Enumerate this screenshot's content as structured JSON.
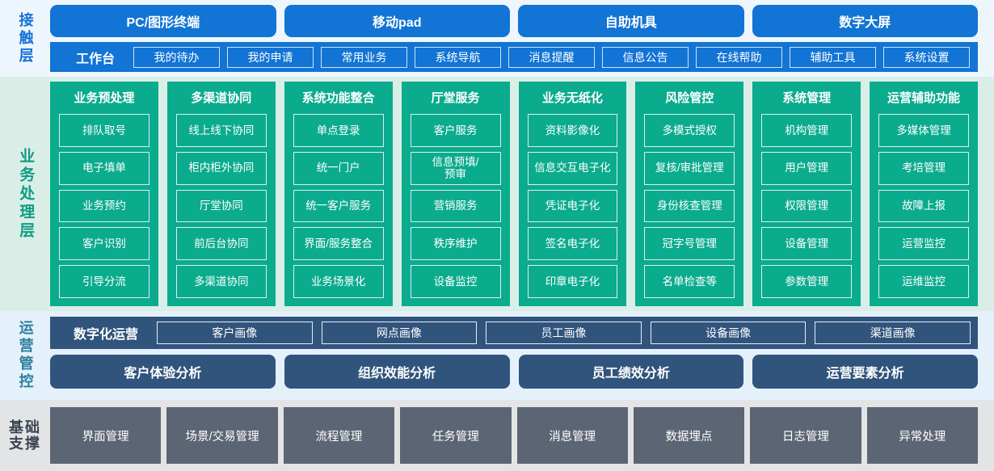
{
  "layers": {
    "contact": {
      "label": "接触层",
      "label_color": "#1570d8",
      "channels": [
        "PC/图形终端",
        "移动pad",
        "自助机具",
        "数字大屏"
      ],
      "workbench_title": "工作台",
      "workbench_items": [
        "我的待办",
        "我的申请",
        "常用业务",
        "系统导航",
        "消息提醒",
        "信息公告",
        "在线帮助",
        "辅助工具",
        "系统设置"
      ]
    },
    "business": {
      "label": "业务处理层",
      "label_color": "#0f9c85",
      "columns": [
        {
          "title": "业务预处理",
          "items": [
            "排队取号",
            "电子填单",
            "业务预约",
            "客户识别",
            "引导分流"
          ]
        },
        {
          "title": "多渠道协同",
          "items": [
            "线上线下协同",
            "柜内柜外协同",
            "厅堂协同",
            "前后台协同",
            "多渠道协同"
          ]
        },
        {
          "title": "系统功能整合",
          "items": [
            "单点登录",
            "统一门户",
            "统一客户服务",
            "界面/服务整合",
            "业务场景化"
          ]
        },
        {
          "title": "厅堂服务",
          "items": [
            "客户服务",
            "信息预填/\n预审",
            "营销服务",
            "秩序维护",
            "设备监控"
          ]
        },
        {
          "title": "业务无纸化",
          "items": [
            "资料影像化",
            "信息交互电子化",
            "凭证电子化",
            "签名电子化",
            "印章电子化"
          ]
        },
        {
          "title": "风险管控",
          "items": [
            "多模式授权",
            "复核/审批管理",
            "身份核查管理",
            "冠字号管理",
            "名单检查等"
          ]
        },
        {
          "title": "系统管理",
          "items": [
            "机构管理",
            "用户管理",
            "权限管理",
            "设备管理",
            "参数管理"
          ]
        },
        {
          "title": "运营辅助功能",
          "items": [
            "多媒体管理",
            "考培管理",
            "故障上报",
            "运营监控",
            "运维监控"
          ]
        }
      ]
    },
    "operations": {
      "label": "运营管控",
      "label_color": "#2c7f9e",
      "portrait_title": "数字化运营",
      "portraits": [
        "客户画像",
        "网点画像",
        "员工画像",
        "设备画像",
        "渠道画像"
      ],
      "analyses": [
        "客户体验分析",
        "组织效能分析",
        "员工绩效分析",
        "运营要素分析"
      ]
    },
    "foundation": {
      "label": "基础\n支撑",
      "label_color": "#3c4554",
      "items": [
        "界面管理",
        "场景/交易管理",
        "流程管理",
        "任务管理",
        "消息管理",
        "数据埋点",
        "日志管理",
        "异常处理"
      ]
    }
  },
  "colors": {
    "contact_bg": "#eef6fd",
    "contact_blue": "#1274d4",
    "business_bg": "#daeee8",
    "business_teal": "#0bab8e",
    "operations_bg": "#e4f1fb",
    "operations_slate": "#31547d",
    "foundation_bg": "#e3e4e6",
    "foundation_gray": "#5c6573"
  }
}
